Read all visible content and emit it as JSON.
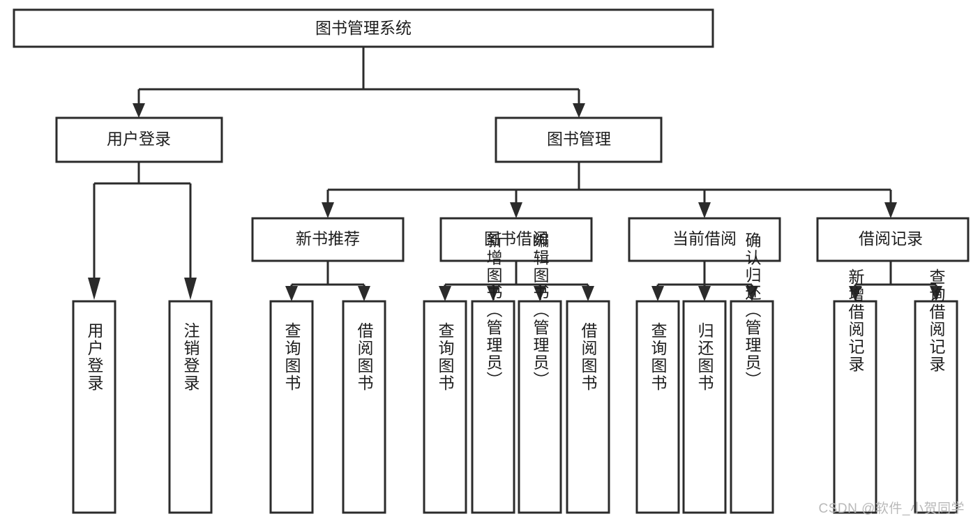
{
  "diagram": {
    "title_node": {
      "label": "图书管理系统",
      "id": "system-root"
    },
    "level2": [
      {
        "id": "user-login",
        "label": "用户登录"
      },
      {
        "id": "book-management",
        "label": "图书管理"
      }
    ],
    "level3": [
      {
        "id": "new-book-recommend",
        "label": "新书推荐",
        "parent": "book-management"
      },
      {
        "id": "book-borrow",
        "label": "图书借阅",
        "parent": "book-management"
      },
      {
        "id": "current-borrow",
        "label": "当前借阅",
        "parent": "book-management"
      },
      {
        "id": "borrow-record",
        "label": "借阅记录",
        "parent": "book-management"
      }
    ],
    "leaves": {
      "user-login": [
        {
          "id": "leaf-user-login",
          "label": "用户登录"
        },
        {
          "id": "leaf-user-logout",
          "label": "注销登录"
        }
      ],
      "new-book-recommend": [
        {
          "id": "leaf-query-book-1",
          "label": "查询图书"
        },
        {
          "id": "leaf-borrow-book-1",
          "label": "借阅图书"
        }
      ],
      "book-borrow": [
        {
          "id": "leaf-query-book-2",
          "label": "查询图书"
        },
        {
          "id": "leaf-add-book",
          "label": "新增图书（管理员）"
        },
        {
          "id": "leaf-edit-book",
          "label": "编辑图书（管理员）"
        },
        {
          "id": "leaf-borrow-book-2",
          "label": "借阅图书"
        }
      ],
      "current-borrow": [
        {
          "id": "leaf-query-book-3",
          "label": "查询图书"
        },
        {
          "id": "leaf-return-book",
          "label": "归还图书"
        },
        {
          "id": "leaf-confirm-return",
          "label": "确认归还（管理员）"
        }
      ],
      "borrow-record": [
        {
          "id": "leaf-add-record",
          "label": "新增借阅记录"
        },
        {
          "id": "leaf-query-record",
          "label": "查询借阅记录"
        }
      ]
    }
  },
  "watermark": {
    "text": "CSDN @软件_小贺同学"
  },
  "colors": {
    "stroke": "#2b2b2b",
    "fill": "#ffffff",
    "text": "#1d1d1d",
    "watermark": "#b9b9b9"
  }
}
